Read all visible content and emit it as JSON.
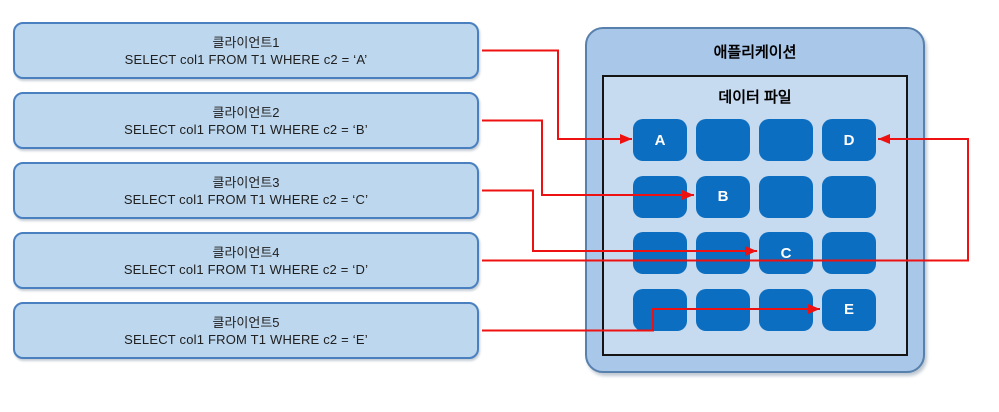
{
  "clients": [
    {
      "title": "클라이언트1",
      "query": "SELECT col1 FROM T1 WHERE c2 = ‘A’",
      "target": "A"
    },
    {
      "title": "클라이언트2",
      "query": "SELECT col1 FROM T1 WHERE c2 = ‘B’",
      "target": "B"
    },
    {
      "title": "클라이언트3",
      "query": "SELECT col1 FROM T1 WHERE c2 = ‘C’",
      "target": "C"
    },
    {
      "title": "클라이언트4",
      "query": "SELECT col1 FROM T1 WHERE c2 = ‘D’",
      "target": "D"
    },
    {
      "title": "클라이언트5",
      "query": "SELECT col1 FROM T1 WHERE c2 = ‘E’",
      "target": "E"
    }
  ],
  "application": {
    "title": "애플리케이션",
    "data_file": {
      "title": "데이터 파일",
      "grid_rows": 4,
      "grid_cols": 4,
      "grid_letters": {
        "r0c0": "A",
        "r0c3": "D",
        "r1c1": "B",
        "r2c2": "C",
        "r3c3": "E"
      }
    }
  },
  "arrows": [
    {
      "from": "클라이언트1",
      "to": "A"
    },
    {
      "from": "클라이언트2",
      "to": "B"
    },
    {
      "from": "클라이언트3",
      "to": "C"
    },
    {
      "from": "클라이언트4",
      "to": "D"
    },
    {
      "from": "클라이언트5",
      "to": "E"
    }
  ],
  "colors": {
    "client_fill": "#BDD7EE",
    "client_border": "#4A80C0",
    "app_fill": "#A9C7E8",
    "app_border": "#5780AD",
    "file_fill": "#C6DAF0",
    "file_border": "#141414",
    "block_fill": "#0B6EC0",
    "block_text": "#FFFFFF",
    "arrow": "#EE1111"
  }
}
